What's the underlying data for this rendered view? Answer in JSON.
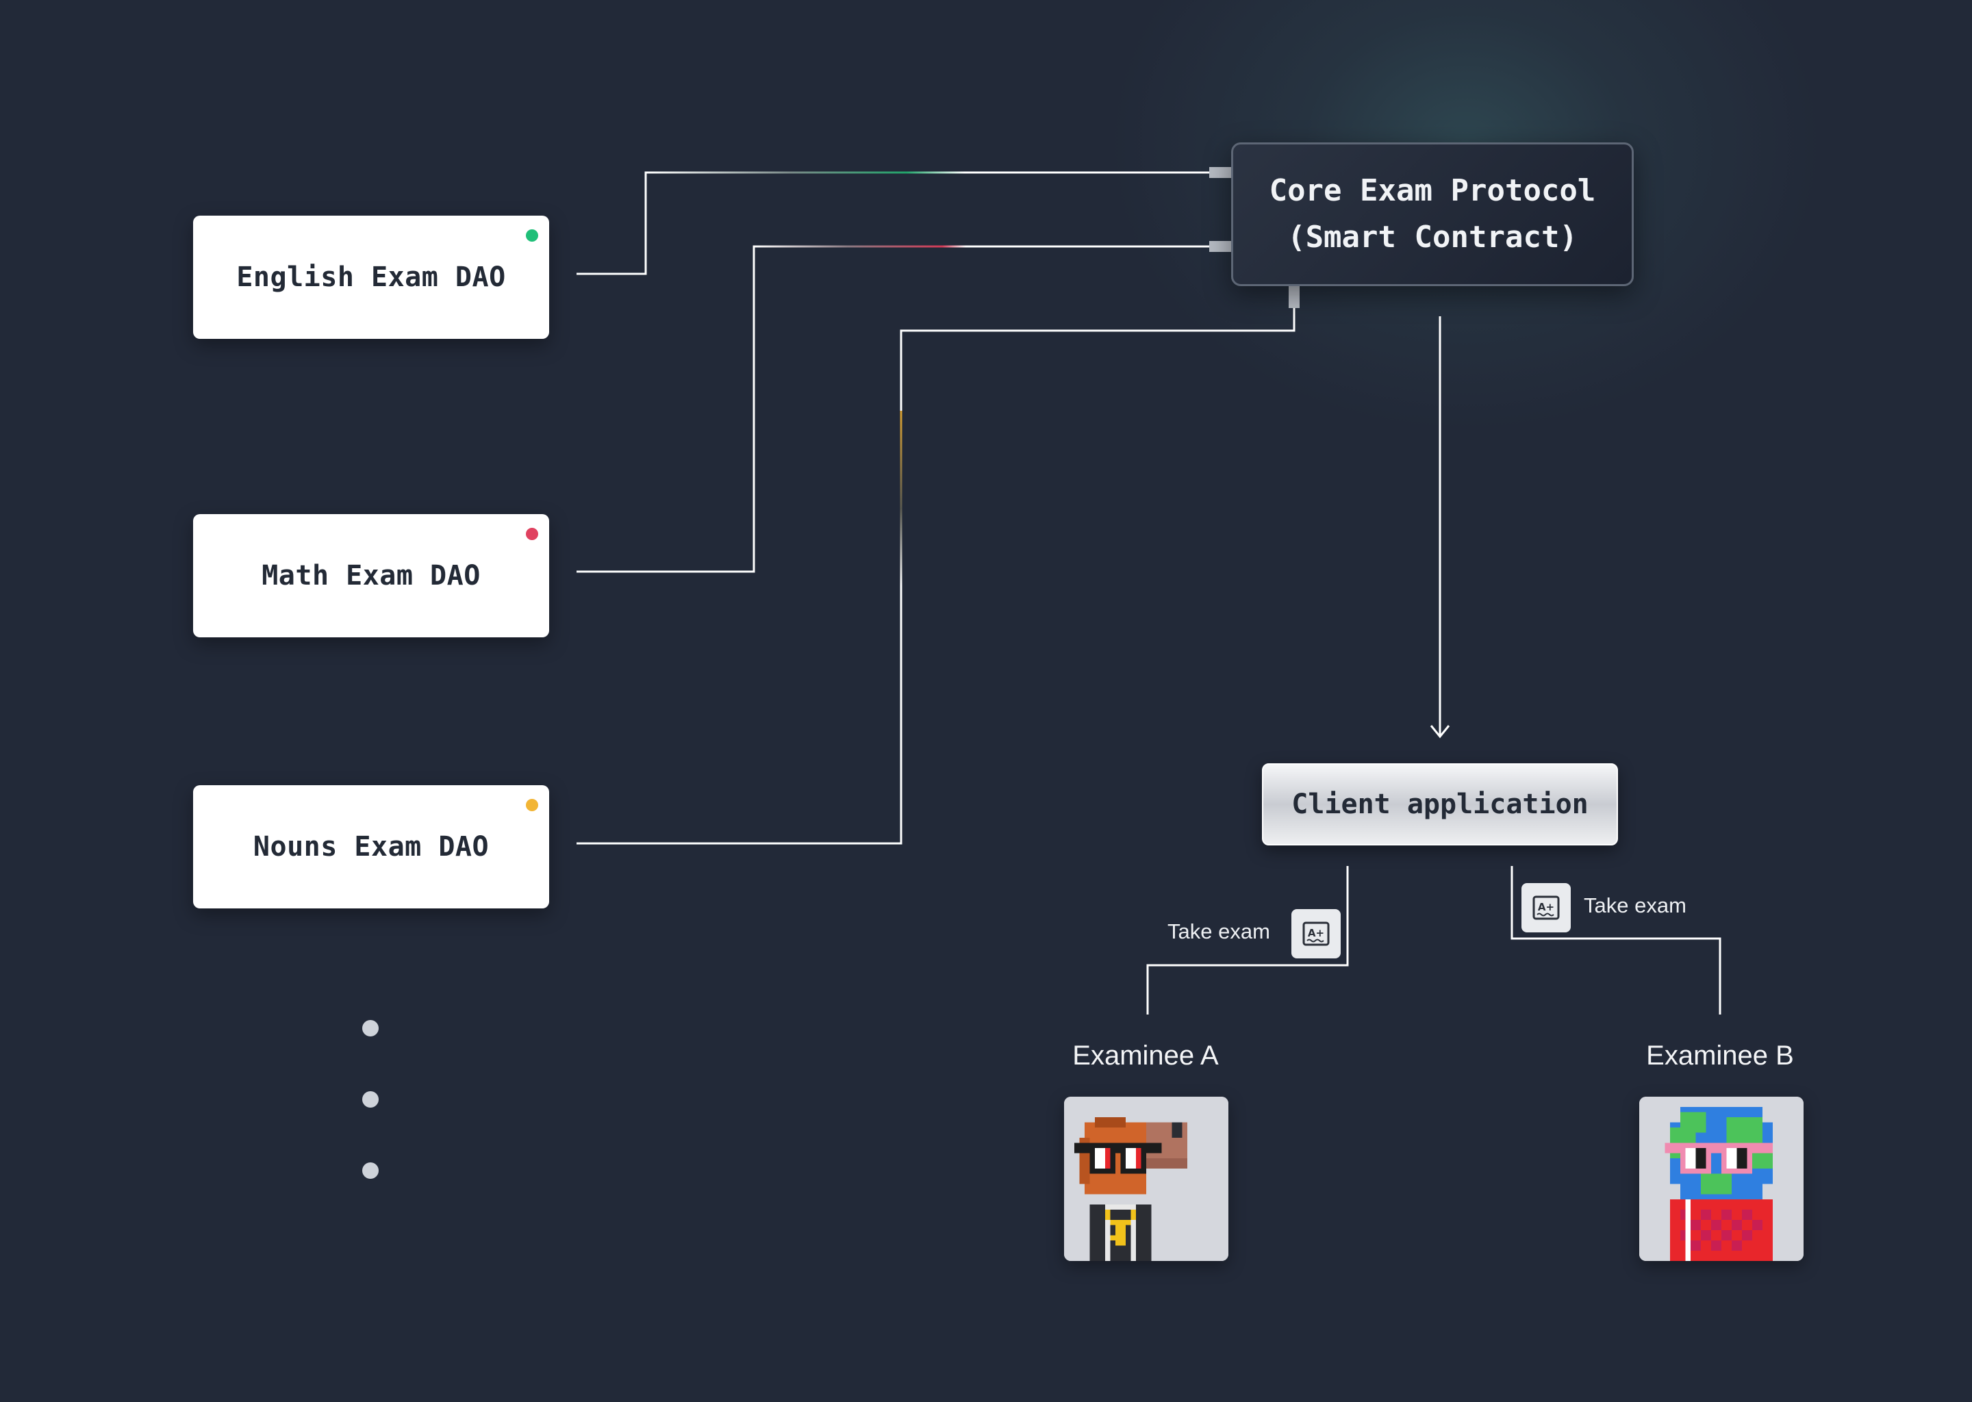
{
  "daos": [
    {
      "label": "English Exam DAO",
      "status_color": "#1fbf78"
    },
    {
      "label": "Math Exam DAO",
      "status_color": "#e0415f"
    },
    {
      "label": "Nouns Exam DAO",
      "status_color": "#f2b535"
    }
  ],
  "core": {
    "line1": "Core Exam Protocol",
    "line2": "(Smart Contract)"
  },
  "client": {
    "label": "Client application"
  },
  "edges": {
    "take_exam_a": "Take exam",
    "take_exam_b": "Take exam",
    "icon_text": "A+"
  },
  "examinees": [
    {
      "name": "Examinee A",
      "icon": "noun-avatar-orange-glasses"
    },
    {
      "name": "Examinee B",
      "icon": "noun-avatar-globe-head"
    }
  ],
  "more_indicator": "ellipsis-vertical-dots"
}
